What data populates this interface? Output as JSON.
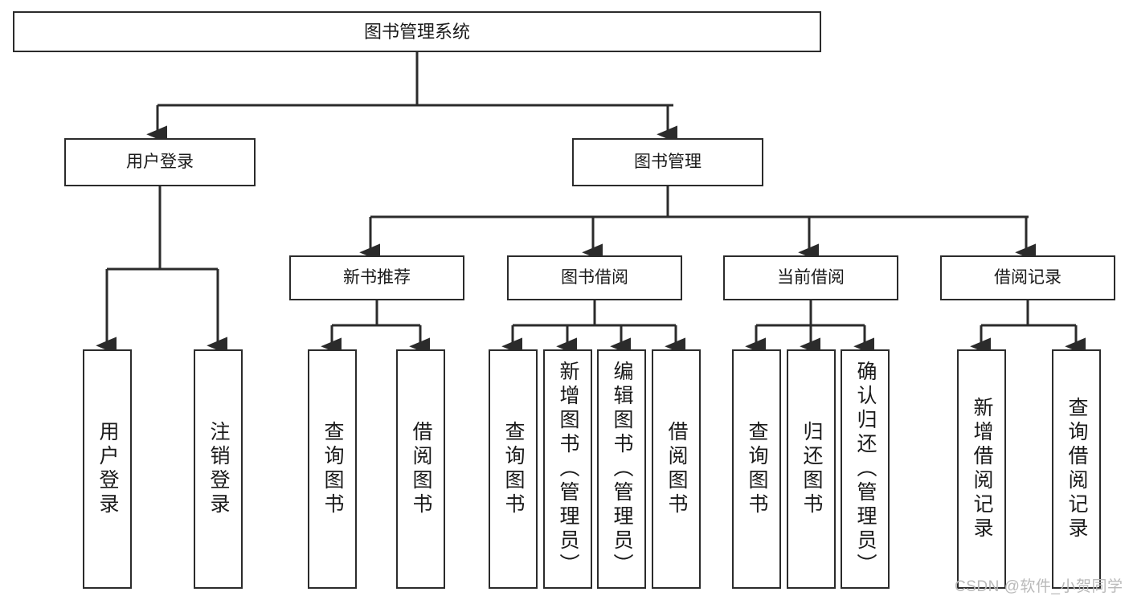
{
  "diagram": {
    "title": "图书管理系统",
    "type": "hierarchy-tree",
    "root": {
      "id": "root",
      "label": "图书管理系统"
    },
    "level2": [
      {
        "id": "user-login",
        "label": "用户登录"
      },
      {
        "id": "book-manage",
        "label": "图书管理"
      }
    ],
    "level3": [
      {
        "id": "new-book-recommend",
        "label": "新书推荐",
        "parent": "book-manage"
      },
      {
        "id": "book-borrow",
        "label": "图书借阅",
        "parent": "book-manage"
      },
      {
        "id": "current-borrow",
        "label": "当前借阅",
        "parent": "book-manage"
      },
      {
        "id": "borrow-record",
        "label": "借阅记录",
        "parent": "book-manage"
      }
    ],
    "leaves": {
      "user_login": [
        {
          "id": "leaf-user-login",
          "label": "用户登录"
        },
        {
          "id": "leaf-logout-login",
          "label": "注销登录"
        }
      ],
      "new_book_recommend": [
        {
          "id": "leaf-query-book-1",
          "label": "查询图书"
        },
        {
          "id": "leaf-borrow-book-1",
          "label": "借阅图书"
        }
      ],
      "book_borrow": [
        {
          "id": "leaf-query-book-2",
          "label": "查询图书"
        },
        {
          "id": "leaf-add-book",
          "label": "新增图书（管理员）"
        },
        {
          "id": "leaf-edit-book",
          "label": "编辑图书（管理员）"
        },
        {
          "id": "leaf-borrow-book-2",
          "label": "借阅图书"
        }
      ],
      "current_borrow": [
        {
          "id": "leaf-query-book-3",
          "label": "查询图书"
        },
        {
          "id": "leaf-return-book",
          "label": "归还图书"
        },
        {
          "id": "leaf-confirm-return",
          "label": "确认归还（管理员）"
        }
      ],
      "borrow_record": [
        {
          "id": "leaf-add-record",
          "label": "新增借阅记录"
        },
        {
          "id": "leaf-query-record",
          "label": "查询借阅记录"
        }
      ]
    }
  },
  "watermark": {
    "text": "CSDN @软件_小贺同学"
  },
  "colors": {
    "stroke": "#2b2b2b",
    "background": "#ffffff",
    "text": "#1a1a1a",
    "watermark": "#b9b9b9"
  }
}
